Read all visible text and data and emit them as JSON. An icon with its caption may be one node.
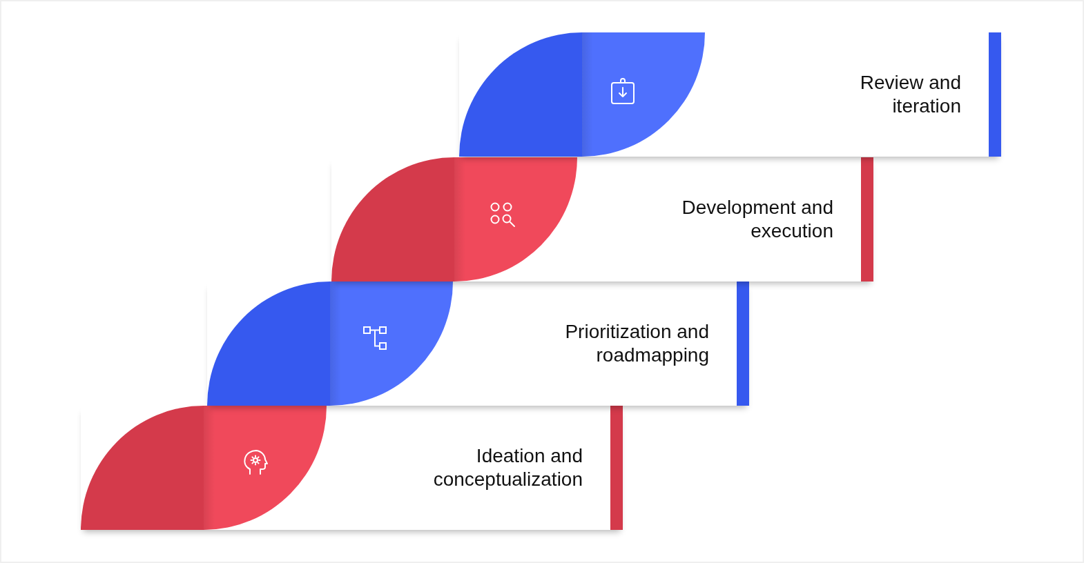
{
  "diagram": {
    "nodes": [
      {
        "text": [
          "Review and iteration"
        ]
      },
      {
        "text": [
          "Development and execution"
        ]
      },
      {
        "text": [
          "Prioritization and roadmapping"
        ]
      },
      {
        "text": [
          "Ideation and conceptualization"
        ]
      }
    ]
  }
}
